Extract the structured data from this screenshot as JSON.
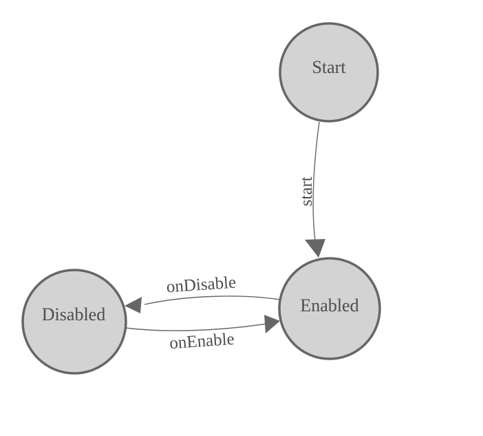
{
  "diagram": {
    "type": "state-machine",
    "colors": {
      "background": "#ffffff",
      "node_fill": "#d3d3d3",
      "node_stroke": "#666666",
      "edge": "#666666",
      "text": "#4d4d4d"
    },
    "nodes": [
      {
        "id": "start",
        "label": "Start"
      },
      {
        "id": "enabled",
        "label": "Enabled"
      },
      {
        "id": "disabled",
        "label": "Disabled"
      }
    ],
    "edges": [
      {
        "from": "Start",
        "to": "Enabled",
        "label": "start"
      },
      {
        "from": "Enabled",
        "to": "Disabled",
        "label": "onDisable"
      },
      {
        "from": "Disabled",
        "to": "Enabled",
        "label": "onEnable"
      }
    ]
  }
}
